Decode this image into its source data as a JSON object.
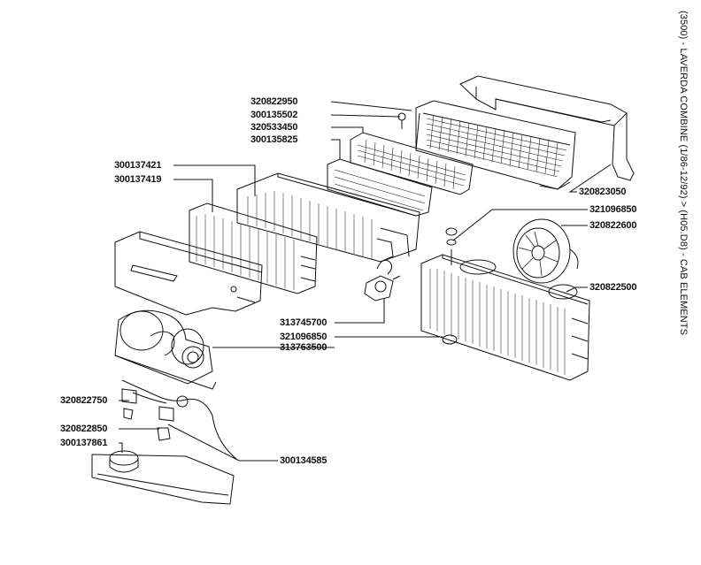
{
  "side_title": "(3500) - LAVERDA COMBINE (1/86-12/92) > (H05.D8) - CAB ELEMENTS",
  "part_numbers": {
    "p320822950": "320822950",
    "p300135502": "300135502",
    "p320533450": "320533450",
    "p300135825": "300135825",
    "p300137421": "300137421",
    "p300137419": "300137419",
    "p320823050": "320823050",
    "p321096850_top": "321096850",
    "p320822600": "320822600",
    "p320822500": "320822500",
    "p313745700": "313745700",
    "p321096850_mid": "321096850",
    "p313763500": "313763500",
    "p320822750": "320822750",
    "p320822850": "320822850",
    "p300137861": "300137861",
    "p300134585": "300134585"
  }
}
